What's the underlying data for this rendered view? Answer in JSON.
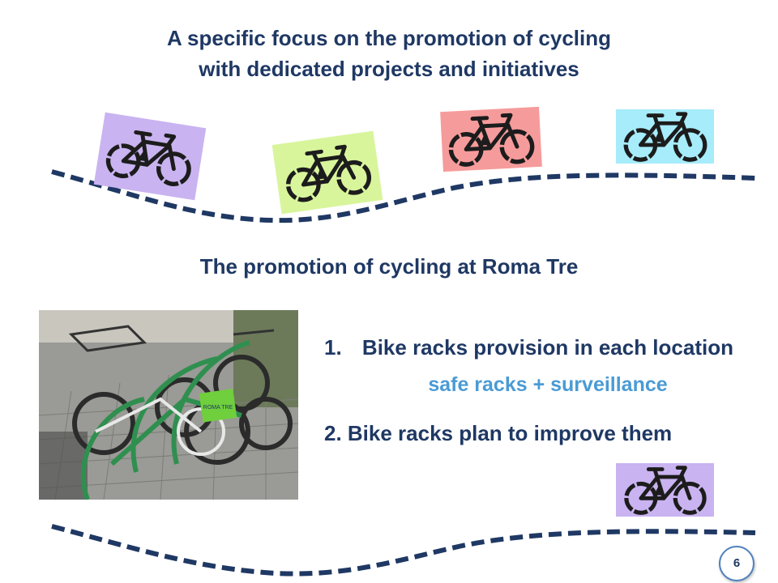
{
  "slide": {
    "title_line1": "A specific focus on the promotion of cycling",
    "title_line2": "with dedicated projects and initiatives",
    "subtitle": "The promotion of cycling at Roma Tre",
    "items": [
      {
        "number": "1.",
        "text": "Bike racks provision in each location"
      },
      {
        "text": "2. Bike racks plan to improve them"
      }
    ],
    "sub_item": "safe racks + surveillance",
    "page_number": "6",
    "photo_sticker_text": "ROMA TRE"
  },
  "icons": [
    "bicycle-icon-purple",
    "bicycle-icon-green",
    "bicycle-icon-red",
    "bicycle-icon-cyan",
    "bicycle-icon-purple"
  ],
  "colors": {
    "title": "#1f3864",
    "highlight": "#4a9bd5",
    "bike_purple": "#c9b3f0",
    "bike_green": "#d8f59c",
    "bike_red": "#f69b9b",
    "bike_cyan": "#a7ecfb"
  }
}
